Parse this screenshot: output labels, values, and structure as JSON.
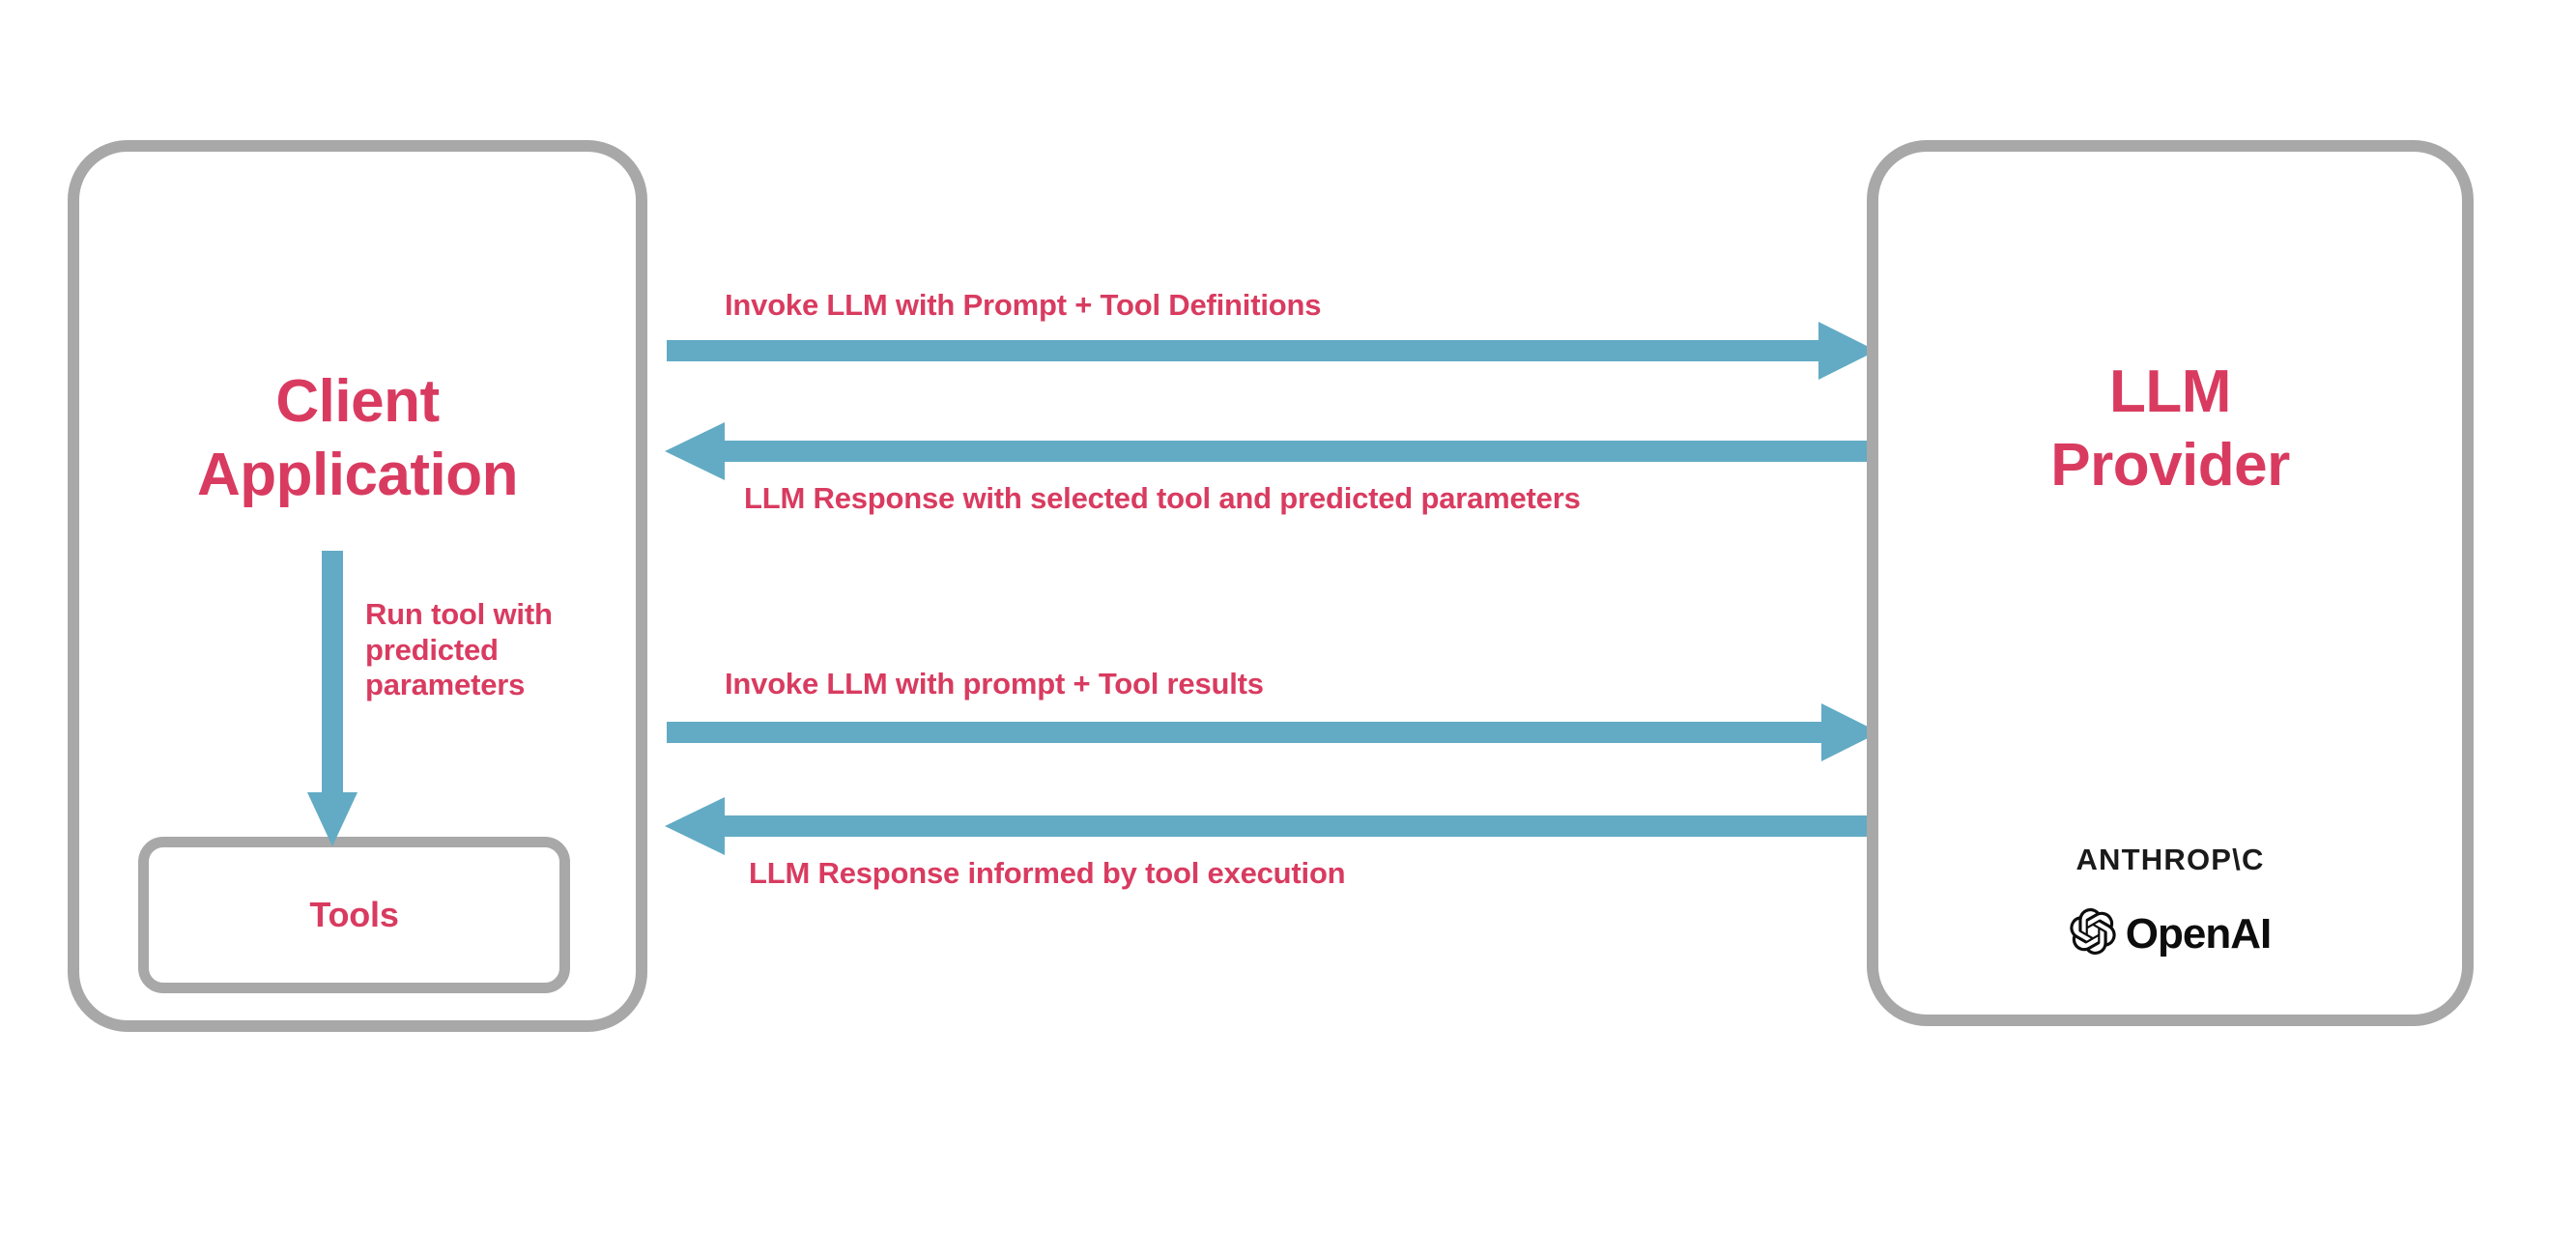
{
  "diagram": {
    "title": "LLM tool calling sequence between client application and LLM provider",
    "colors": {
      "accent_text": "#d93b60",
      "arrow": "#63abc4",
      "box_border": "#a8a8a8",
      "logo_text": "#1a1a1a",
      "background": "#ffffff"
    }
  },
  "nodes": {
    "client": {
      "title": "Client\nApplication",
      "title_line1": "Client",
      "title_line2": "Application"
    },
    "provider": {
      "title_line1": "LLM",
      "title_line2": "Provider",
      "logos": [
        {
          "name": "anthropic-logo",
          "text": "ANTHROP\\C"
        },
        {
          "name": "openai-logo",
          "text": "OpenAI"
        }
      ]
    },
    "tools": {
      "label": "Tools"
    }
  },
  "edges": [
    {
      "id": "invoke-tool-definitions",
      "label": "Invoke LLM with Prompt + Tool Definitions",
      "direction": "right",
      "label_position": "above"
    },
    {
      "id": "response-selected-tool",
      "label": "LLM Response with selected tool and predicted parameters",
      "direction": "left",
      "label_position": "below"
    },
    {
      "id": "invoke-tool-results",
      "label": "Invoke LLM with prompt + Tool results",
      "direction": "right",
      "label_position": "above"
    },
    {
      "id": "response-tool-execution",
      "label": "LLM Response informed by tool execution",
      "direction": "left",
      "label_position": "below"
    },
    {
      "id": "run-tool",
      "label": "Run tool with predicted parameters",
      "label_line1": "Run tool with",
      "label_line2": "predicted",
      "label_line3": "parameters",
      "direction": "down",
      "label_position": "right"
    }
  ]
}
